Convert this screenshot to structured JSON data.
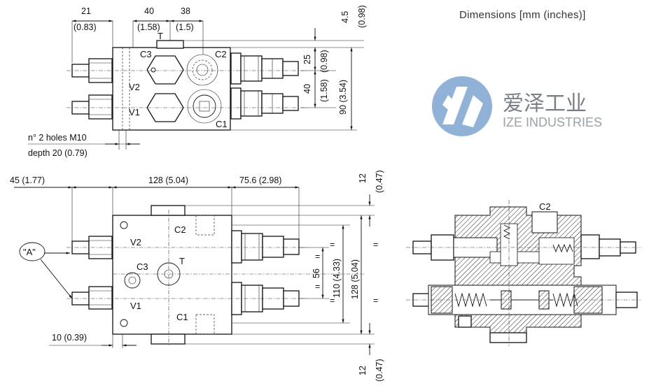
{
  "header": {
    "note": "Dimensions [mm (inches)]"
  },
  "logo": {
    "cn": "爱泽工业",
    "en": "IZE INDUSTRIES",
    "icon": "ize-logo-icon",
    "circle_color": "#8fb2d6"
  },
  "top_view": {
    "dims": {
      "d21": "21",
      "d21_in": "(0.83)",
      "d40": "40",
      "d40_in": "(1.58)",
      "d38": "38",
      "d38_in": "(1.5)",
      "d4_5": "4.5",
      "d4_5_in": "(0.98)",
      "d25": "25",
      "d25_in": "(0.98)",
      "d40v": "40",
      "d40v_in": "(1.58)",
      "d90": "90 (3.54)"
    },
    "labels": {
      "T": "T",
      "C3": "C3",
      "C2": "C2",
      "V2": "V2",
      "V1": "V1",
      "C1": "C1"
    },
    "note_line1": "n° 2 holes M10",
    "note_line2": "depth 20 (0.79)"
  },
  "bottom_view": {
    "dims": {
      "d45": "45 (1.77)",
      "d128h": "128 (5.04)",
      "d75": "75.6 (2.98)",
      "d12top": "12",
      "d12top_in": "(0.47)",
      "d12bot": "12",
      "d12bot_in": "(0.47)",
      "d56": "56",
      "d110": "110 (4.33)",
      "d128v": "128 (5.04)",
      "d10": "10 (0.39)",
      "eq": "="
    },
    "labels": {
      "A": "\"A\"",
      "V2": "V2",
      "V1": "V1",
      "C2": "C2",
      "C3": "C3",
      "T": "T",
      "C1": "C1"
    }
  },
  "section_view": {
    "labels": {
      "C2": "C2"
    }
  }
}
